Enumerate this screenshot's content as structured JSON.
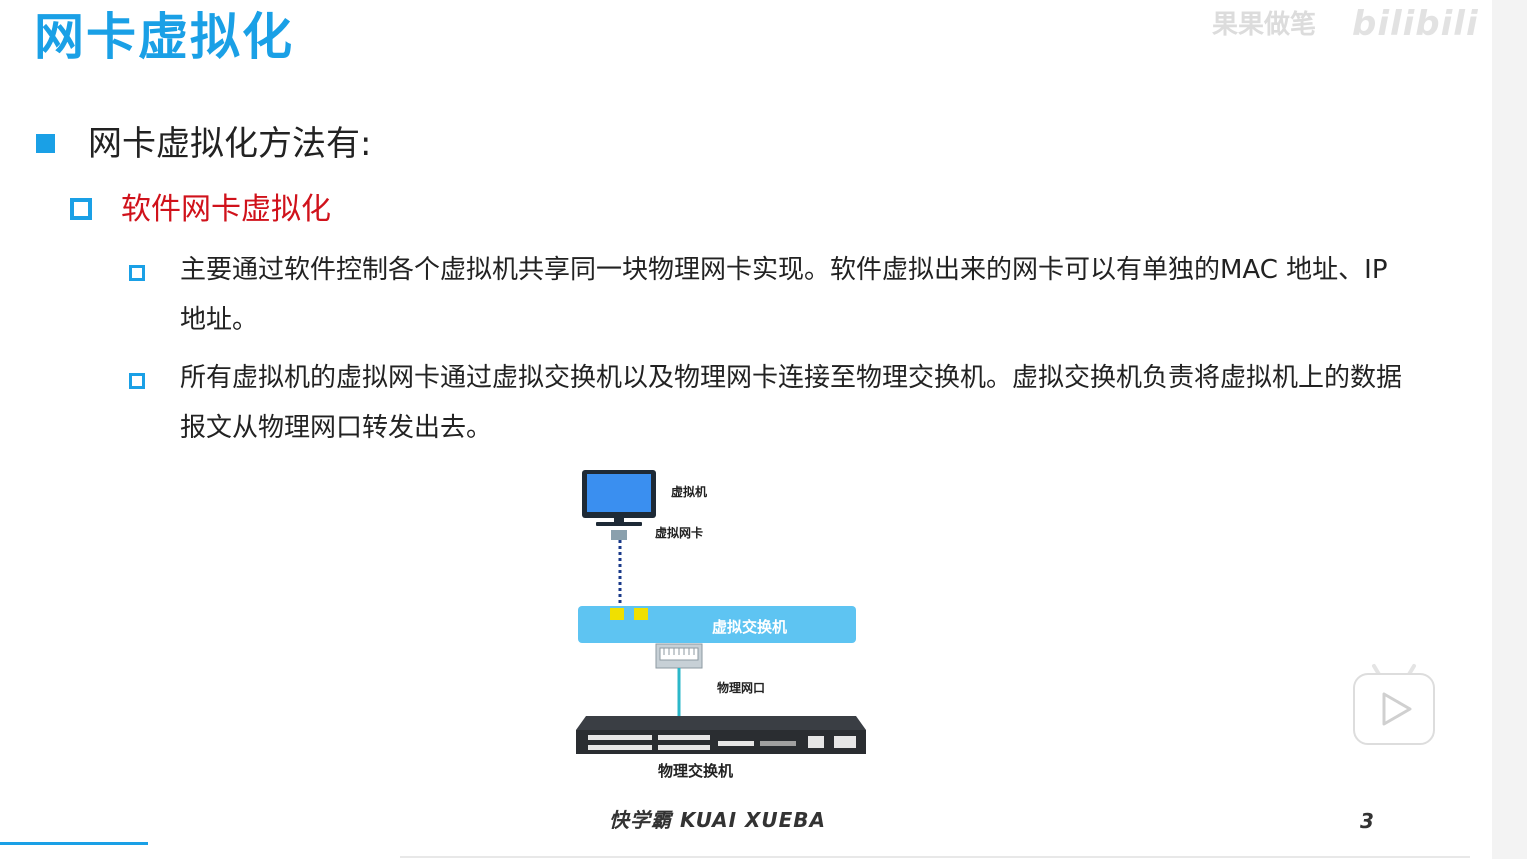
{
  "slide": {
    "title": "网卡虚拟化",
    "watermark": "果果做笔",
    "logo_text": "bilibili",
    "page_number": "3",
    "footer_brand": "快学霸 KUAI XUEBA"
  },
  "content": {
    "level1": "网卡虚拟化方法有:",
    "level2": "软件网卡虚拟化",
    "level3": [
      "主要通过软件控制各个虚拟机共享同一块物理网卡实现。软件虚拟出来的网卡可以有单独的MAC 地址、IP 地址。",
      "所有虚拟机的虚拟网卡通过虚拟交换机以及物理网卡连接至物理交换机。虚拟交换机负责将虚拟机上的数据报文从物理网口转发出去。"
    ]
  },
  "diagram": {
    "vm_label": "虚拟机",
    "vnic_label": "虚拟网卡",
    "vswitch_label": "虚拟交换机",
    "physical_port_label": "物理网口",
    "physical_switch_label": "物理交换机"
  },
  "colors": {
    "accent": "#1aa0e6",
    "highlight": "#d0121b",
    "vswitch": "#5ec4f2",
    "vnic_port": "#f0e000"
  }
}
